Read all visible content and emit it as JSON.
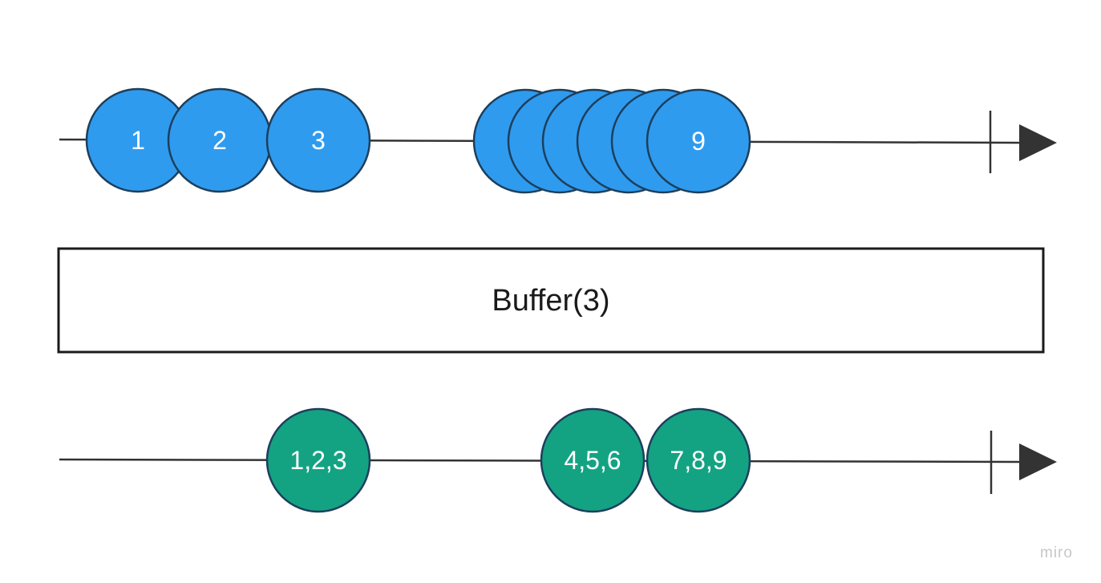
{
  "diagram": {
    "type": "marble-diagram",
    "colors": {
      "input_marble_fill": "#2f9bef",
      "output_marble_fill": "#13a383",
      "marble_stroke": "#1d3f5c",
      "line": "#333333",
      "operator_border": "#1a1a1a",
      "watermark": "#c7c7c7"
    },
    "input_stream": {
      "marbles": [
        {
          "label": "1"
        },
        {
          "label": "2"
        },
        {
          "label": "3"
        },
        {
          "label": ""
        },
        {
          "label": ""
        },
        {
          "label": ""
        },
        {
          "label": ""
        },
        {
          "label": ""
        },
        {
          "label": "9"
        }
      ],
      "has_completion": true,
      "has_arrow": true
    },
    "operator": {
      "label": "Buffer(3)"
    },
    "output_stream": {
      "marbles": [
        {
          "label": "1,2,3"
        },
        {
          "label": "4,5,6"
        },
        {
          "label": "7,8,9"
        }
      ],
      "has_completion": true,
      "has_arrow": true
    },
    "watermark": "miro"
  }
}
